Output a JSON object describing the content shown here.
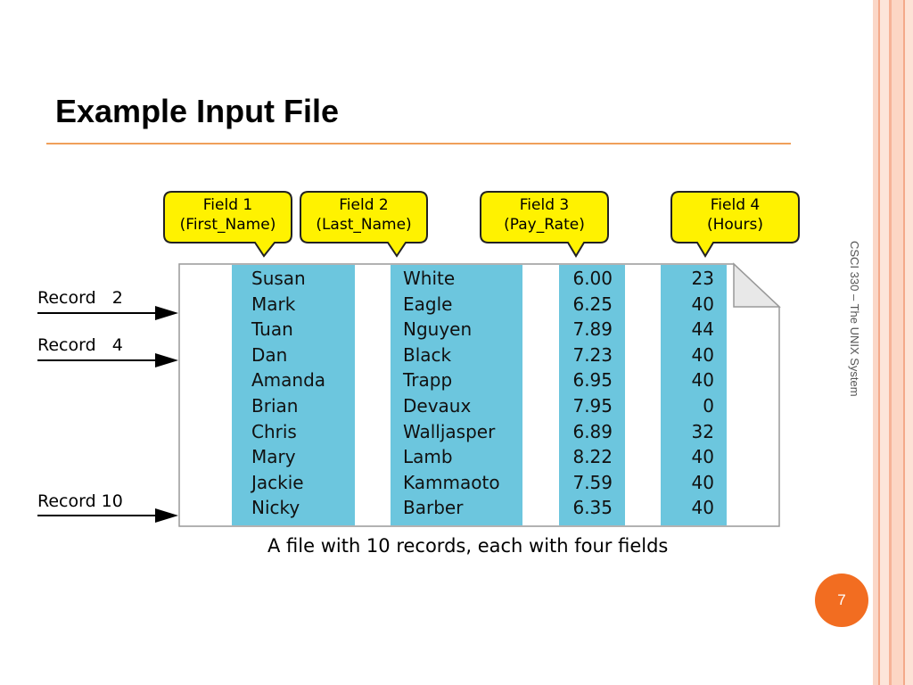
{
  "slide": {
    "title": "Example Input File",
    "side_label": "CSCI 330 – The UNIX System",
    "page_number": "7"
  },
  "fields": [
    {
      "line1": "Field 1",
      "line2": "(First_Name)"
    },
    {
      "line1": "Field 2",
      "line2": "(Last_Name)"
    },
    {
      "line1": "Field 3",
      "line2": "(Pay_Rate)"
    },
    {
      "line1": "Field 4",
      "line2": "(Hours)"
    }
  ],
  "records": [
    [
      "Susan",
      "White",
      "6.00",
      "23"
    ],
    [
      "Mark",
      "Eagle",
      "6.25",
      "40"
    ],
    [
      "Tuan",
      "Nguyen",
      "7.89",
      "44"
    ],
    [
      "Dan",
      "Black",
      "7.23",
      "40"
    ],
    [
      "Amanda",
      "Trapp",
      "6.95",
      "40"
    ],
    [
      "Brian",
      "Devaux",
      "7.95",
      "0"
    ],
    [
      "Chris",
      "Walljasper",
      "6.89",
      "32"
    ],
    [
      "Mary",
      "Lamb",
      "8.22",
      "40"
    ],
    [
      "Jackie",
      "Kammaoto",
      "7.59",
      "40"
    ],
    [
      "Nicky",
      "Barber",
      "6.35",
      "40"
    ]
  ],
  "record_labels": [
    {
      "text": "Record   2",
      "row": 2
    },
    {
      "text": "Record   4",
      "row": 4
    },
    {
      "text": "Record 10",
      "row": 10
    }
  ],
  "caption": "A file with 10 records, each with four fields",
  "colors": {
    "column_fill": "#6cc6de",
    "callout_fill": "#fff200",
    "title_rule": "#f0a05a",
    "page_badge": "#f26d21"
  }
}
